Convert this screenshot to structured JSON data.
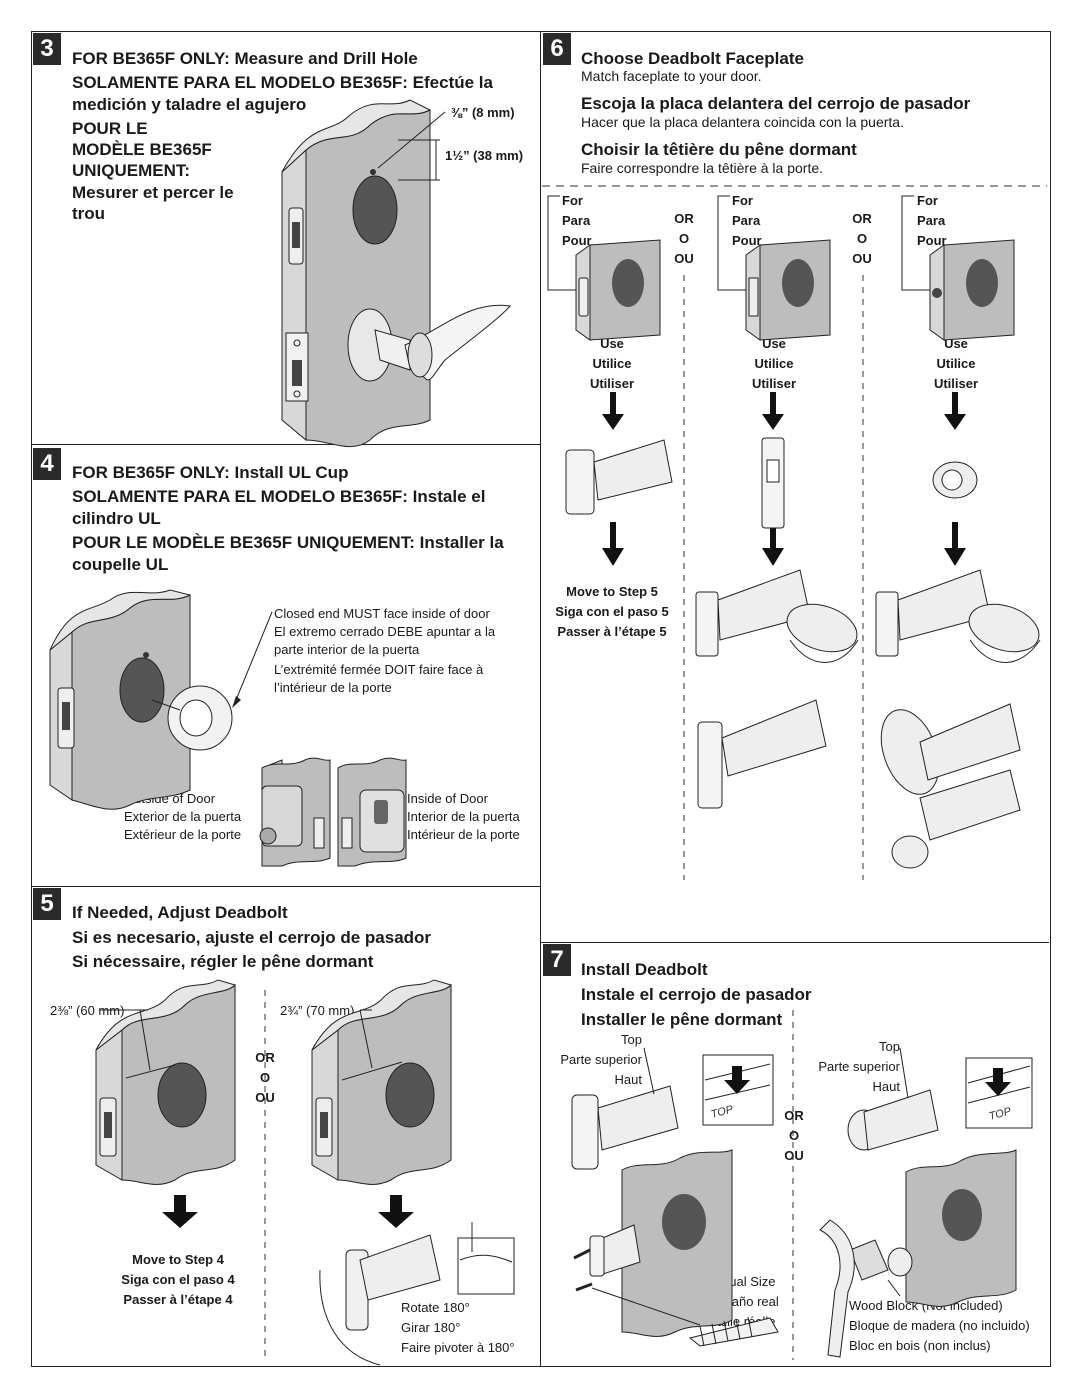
{
  "step3": {
    "number": "3",
    "line1": "FOR BE365F ONLY: Measure and Drill Hole",
    "line2": "SOLAMENTE PARA EL MODELO BE365F: Efectúe la",
    "line3": "medición y taladre el agujero",
    "line4": "POUR LE",
    "line5": "MODÈLE BE365F",
    "line6": "UNIQUEMENT:",
    "line7": "Mesurer et percer le",
    "line8": "trou",
    "dim_hole": "⅜” (8 mm)",
    "dim_offset": "1½” (38 mm)"
  },
  "step4": {
    "number": "4",
    "line1": "FOR BE365F ONLY: Install UL Cup",
    "line2": "SOLAMENTE PARA EL MODELO BE365F: Instale el",
    "line3": "cilindro UL",
    "line4": "POUR LE MODÈLE BE365F UNIQUEMENT: Installer la",
    "line5": "coupelle UL",
    "note": [
      "Closed end MUST face inside of door",
      "El extremo cerrado DEBE apuntar a la",
      "parte interior de la puerta",
      "L’extrémité fermée DOIT faire face à",
      "l’intérieur de la porte"
    ],
    "outside": [
      "Outside of Door",
      "Exterior de la puerta",
      "Extérieur de la porte"
    ],
    "inside": [
      "Inside of Door",
      "Interior de la puerta",
      "Intérieur de la porte"
    ]
  },
  "step5": {
    "number": "5",
    "line1": "If Needed, Adjust Deadbolt",
    "line2": "Si es necesario, ajuste el cerrojo de pasador",
    "line3": "Si nécessaire, régler le pêne dormant",
    "dim_a": "2⅜” (60 mm)",
    "dim_b": "2¾” (70 mm)",
    "or": [
      "OR",
      "O",
      "OU"
    ],
    "move": [
      "Move to Step 4",
      "Siga con el paso 4",
      "Passer à l’étape 4"
    ],
    "rotate": [
      "Rotate 180°",
      "Girar 180°",
      "Faire pivoter à 180°"
    ]
  },
  "step6": {
    "number": "6",
    "title_en": "Choose Deadbolt Faceplate",
    "sub_en": "Match faceplate to your door.",
    "title_es": "Escoja la placa delantera del cerrojo de pasador",
    "sub_es": "Hacer que la placa delantera coincida con la puerta.",
    "title_fr": "Choisir la têtière du pêne dormant",
    "sub_fr": "Faire correspondre la têtière à la porte.",
    "for": [
      "For",
      "Para",
      "Pour"
    ],
    "or": [
      "OR",
      "O",
      "OU"
    ],
    "use": [
      "Use",
      "Utilice",
      "Utiliser"
    ],
    "move": [
      "Move to Step 5",
      "Siga con el paso 5",
      "Passer à l’étape 5"
    ]
  },
  "step7": {
    "number": "7",
    "line1": "Install Deadbolt",
    "line2": "Instale el cerrojo de pasador",
    "line3": "Installer le pêne dormant",
    "top": [
      "Top",
      "Parte superior",
      "Haut"
    ],
    "or": [
      "OR",
      "O",
      "OU"
    ],
    "actual": [
      "Actual Size",
      "Tamaño real",
      "Taille réelle"
    ],
    "wood": [
      "Wood Block (Not included)",
      "Bloque de madera (no incluido)",
      "Bloc en bois (non inclus)"
    ],
    "top_stamp": "TOP"
  }
}
